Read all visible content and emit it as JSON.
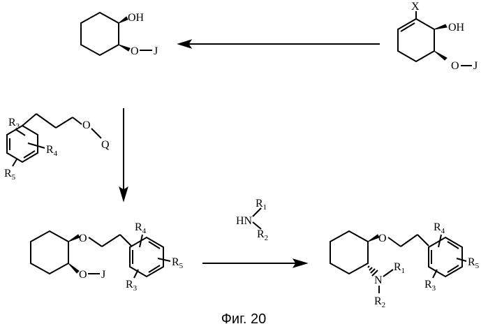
{
  "caption": "Фиг. 20",
  "labels": {
    "oh": "OH",
    "o": "O",
    "j": "J",
    "x": "X",
    "q": "Q",
    "r": "R",
    "hn": "HN",
    "n": "N",
    "s1": "1",
    "s2": "2",
    "s3": "3",
    "s4": "4",
    "s5": "5"
  }
}
